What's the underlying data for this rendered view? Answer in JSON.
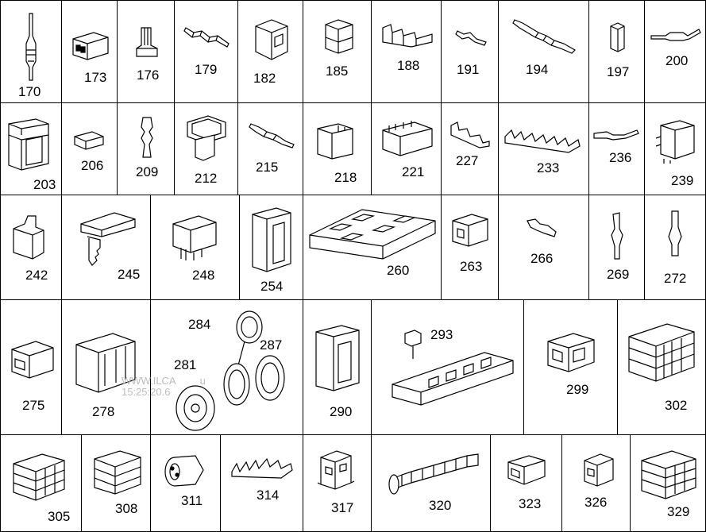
{
  "parts": {
    "p170": "170",
    "p173": "173",
    "p176": "176",
    "p179": "179",
    "p182": "182",
    "p185": "185",
    "p188": "188",
    "p191": "191",
    "p194": "194",
    "p197": "197",
    "p200": "200",
    "p203": "203",
    "p206": "206",
    "p209": "209",
    "p212": "212",
    "p215": "215",
    "p218": "218",
    "p221": "221",
    "p227": "227",
    "p233": "233",
    "p236": "236",
    "p239": "239",
    "p242": "242",
    "p245": "245",
    "p248": "248",
    "p254": "254",
    "p260": "260",
    "p263": "263",
    "p266": "266",
    "p269": "269",
    "p272": "272",
    "p275": "275",
    "p278": "278",
    "p281": "281",
    "p284": "284",
    "p287": "287",
    "p290": "290",
    "p293": "293",
    "p299": "299",
    "p302": "302",
    "p305": "305",
    "p308": "308",
    "p311": "311",
    "p314": "314",
    "p317": "317",
    "p320": "320",
    "p323": "323",
    "p326": "326",
    "p329": "329"
  },
  "watermark": {
    "line1": "WWW.ILCA",
    "line1b": "u",
    "line2": "15:25:20.6"
  }
}
